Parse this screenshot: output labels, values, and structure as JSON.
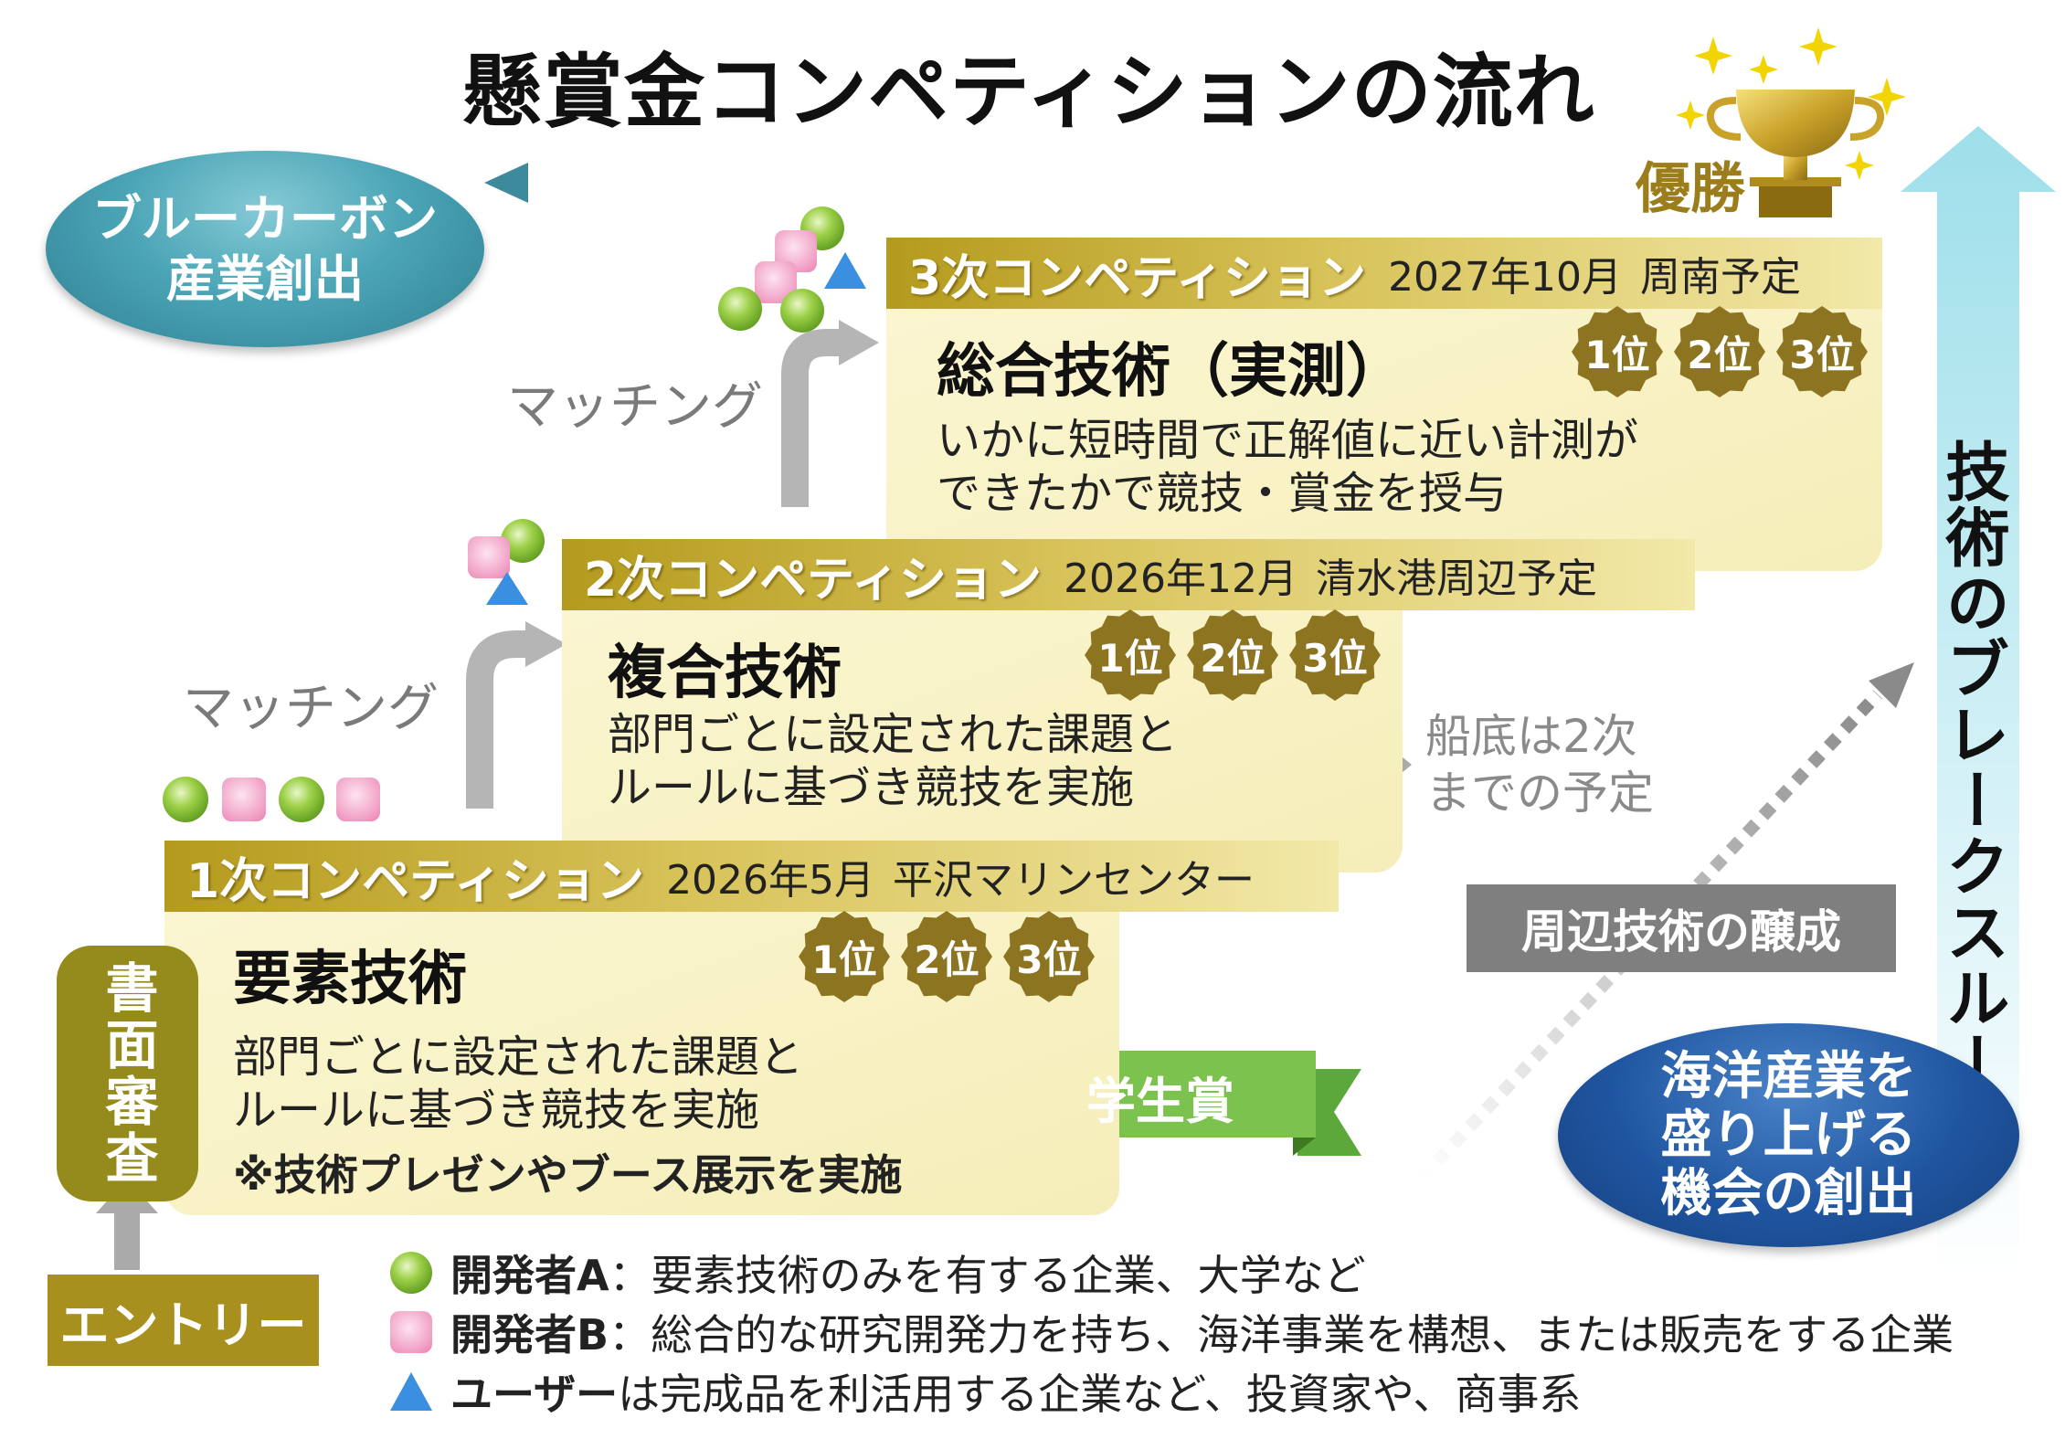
{
  "title": "懸賞金コンペティションの流れ",
  "bubbles": {
    "blue_carbon": [
      "ブルーカーボン",
      "産業創出"
    ],
    "ocean": [
      "海洋産業を",
      "盛り上げる",
      "機会の創出"
    ]
  },
  "top_label": "優勝",
  "side_label": "技術のブレークスルー",
  "stages": [
    {
      "name": "3次コンペティション",
      "date": "2027年10月",
      "place": "周南予定",
      "heading": "総合技術（実測）",
      "desc": [
        "いかに短時間で正解値に近い計測が",
        "できたかで競技・賞金を授与"
      ],
      "ranks": [
        "1位",
        "2位",
        "3位"
      ]
    },
    {
      "name": "2次コンペティション",
      "date": "2026年12月",
      "place": "清水港周辺予定",
      "heading": "複合技術",
      "desc": [
        "部門ごとに設定された課題と",
        "ルールに基づき競技を実施"
      ],
      "ranks": [
        "1位",
        "2位",
        "3位"
      ]
    },
    {
      "name": "1次コンペティション",
      "date": "2026年5月",
      "place": "平沢マリンセンター",
      "heading": "要素技術",
      "desc": [
        "部門ごとに設定された課題と",
        "ルールに基づき競技を実施"
      ],
      "note": "※技術プレゼンやブース展示を実施",
      "ranks": [
        "1位",
        "2位",
        "3位"
      ]
    }
  ],
  "matching": "マッチング",
  "student_award": "学生賞",
  "hull_note": [
    "船底は2次",
    "までの予定"
  ],
  "surrounding_tech": "周辺技術の醸成",
  "document_review": "書面審査",
  "entry": "エントリー",
  "legend": [
    {
      "symbol": "green-circle",
      "key": "開発者A",
      "text": "：要素技術のみを有する企業、大学など"
    },
    {
      "symbol": "pink-square",
      "key": "開発者B",
      "text": "：総合的な研究開発力を持ち、海洋事業を構想、または販売をする企業"
    },
    {
      "symbol": "blue-triangle",
      "key": "ユーザー",
      "text": "は完成品を利活用する企業など、投資家や、商事系"
    }
  ],
  "colors": {
    "gold_dark": "#b49a1d",
    "panel": "#f7f0c4",
    "green": "#8dc63f",
    "pink": "#f4a6c8",
    "blue": "#3a8fe0",
    "teal": "#4ba5b6",
    "navy": "#1f55a0"
  }
}
